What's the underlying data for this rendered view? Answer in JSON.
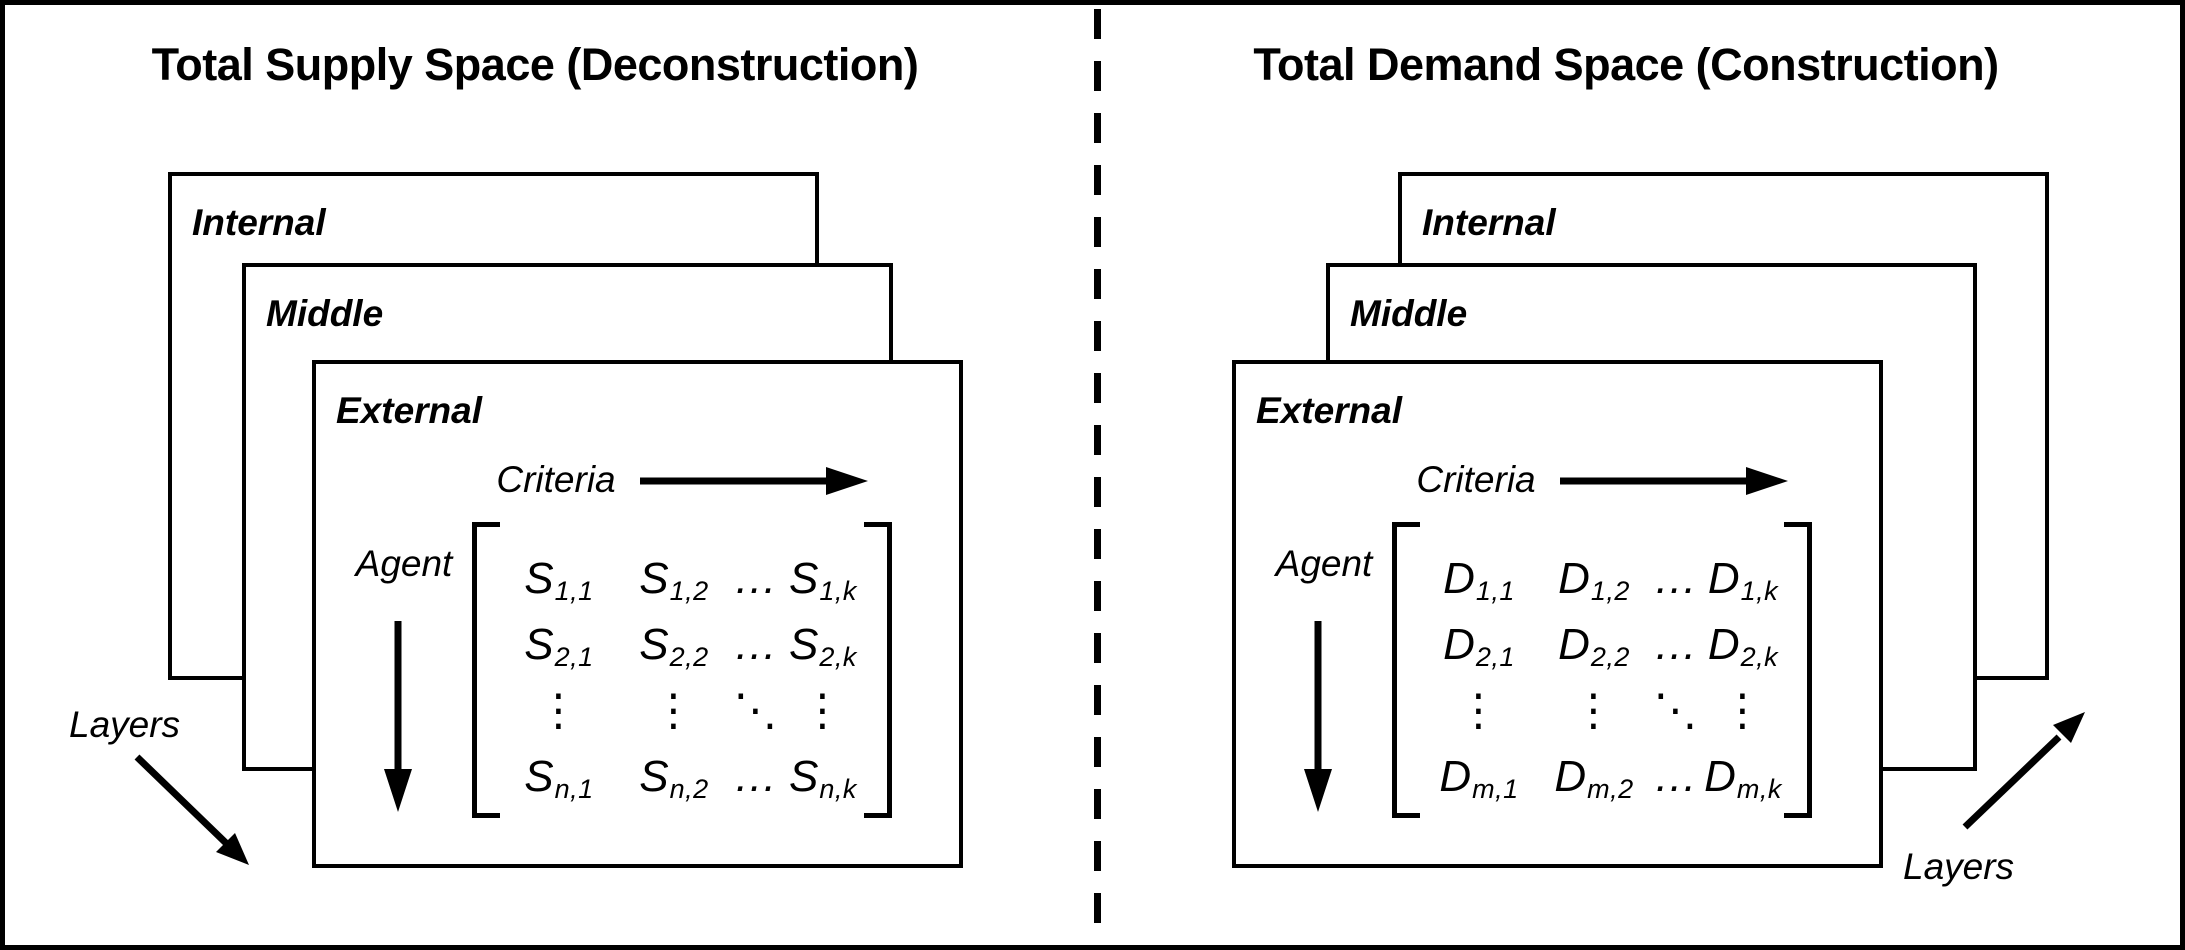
{
  "colors": {
    "line": "#000000",
    "background": "#ffffff"
  },
  "left": {
    "title": "Total Supply Space (Deconstruction)",
    "boxes": [
      {
        "label": "Internal"
      },
      {
        "label": "Middle"
      },
      {
        "label": "External"
      }
    ],
    "criteria_label": "Criteria",
    "agent_label": "Agent",
    "layers_label": "Layers",
    "matrix": {
      "rows": [
        [
          {
            "b": "S",
            "s": "1,1"
          },
          {
            "b": "S",
            "s": "1,2"
          },
          {
            "b": "…",
            "s": ""
          },
          {
            "b": "S",
            "s": "1,k"
          }
        ],
        [
          {
            "b": "S",
            "s": "2,1"
          },
          {
            "b": "S",
            "s": "2,2"
          },
          {
            "b": "…",
            "s": ""
          },
          {
            "b": "S",
            "s": "2,k"
          }
        ],
        [
          {
            "b": "⋮",
            "s": ""
          },
          {
            "b": "⋮",
            "s": ""
          },
          {
            "b": "⋱",
            "s": ""
          },
          {
            "b": "⋮",
            "s": ""
          }
        ],
        [
          {
            "b": "S",
            "s": "n,1"
          },
          {
            "b": "S",
            "s": "n,2"
          },
          {
            "b": "…",
            "s": ""
          },
          {
            "b": "S",
            "s": "n,k"
          }
        ]
      ]
    }
  },
  "right": {
    "title": "Total Demand Space (Construction)",
    "boxes": [
      {
        "label": "Internal"
      },
      {
        "label": "Middle"
      },
      {
        "label": "External"
      }
    ],
    "criteria_label": "Criteria",
    "agent_label": "Agent",
    "layers_label": "Layers",
    "matrix": {
      "rows": [
        [
          {
            "b": "D",
            "s": "1,1"
          },
          {
            "b": "D",
            "s": "1,2"
          },
          {
            "b": "…",
            "s": ""
          },
          {
            "b": "D",
            "s": "1,k"
          }
        ],
        [
          {
            "b": "D",
            "s": "2,1"
          },
          {
            "b": "D",
            "s": "2,2"
          },
          {
            "b": "…",
            "s": ""
          },
          {
            "b": "D",
            "s": "2,k"
          }
        ],
        [
          {
            "b": "⋮",
            "s": ""
          },
          {
            "b": "⋮",
            "s": ""
          },
          {
            "b": "⋱",
            "s": ""
          },
          {
            "b": "⋮",
            "s": ""
          }
        ],
        [
          {
            "b": "D",
            "s": "m,1"
          },
          {
            "b": "D",
            "s": "m,2"
          },
          {
            "b": "…",
            "s": ""
          },
          {
            "b": "D",
            "s": "m,k"
          }
        ]
      ]
    }
  }
}
